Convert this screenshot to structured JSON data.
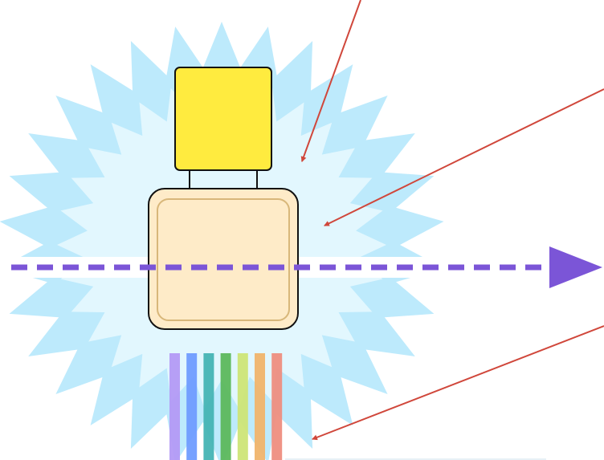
{
  "diagram": {
    "colors": {
      "background": "#ffffff",
      "burst_outer": "#bdeafc",
      "burst_inner": "#e2f7fe",
      "sensor_fill": "#ffeb3f",
      "body_fill": "#feebc8",
      "body_inner_stroke": "#d8b77a",
      "outline": "#111111",
      "band": "#ffffff",
      "beam": "#7b55d7",
      "pointer": "#d0473b"
    },
    "stripe_colors": [
      "#b39af5",
      "#6f9cff",
      "#45b4b4",
      "#5cb85c",
      "#cde577",
      "#f0b46c",
      "#ee8e7f"
    ],
    "callouts": [
      {
        "name": "callout-top"
      },
      {
        "name": "callout-middle"
      },
      {
        "name": "callout-bottom"
      }
    ]
  }
}
